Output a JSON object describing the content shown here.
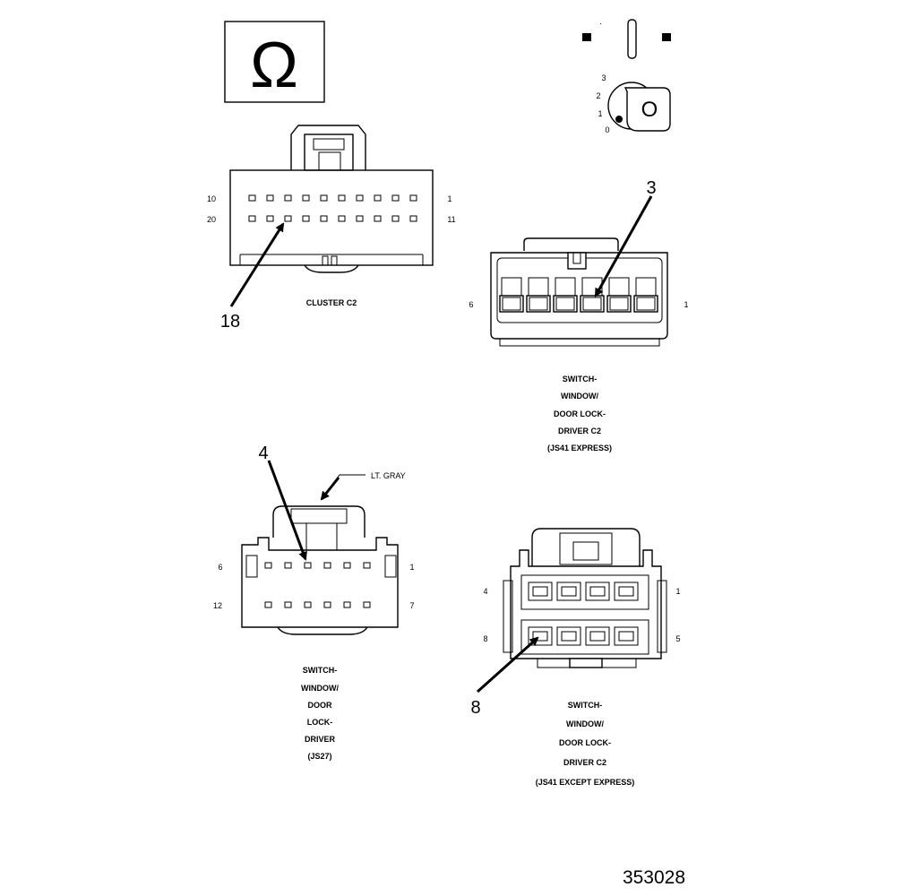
{
  "figure_number": "353028",
  "symbol": "Ω",
  "ignition_positions": [
    "0",
    "1",
    "2",
    "3"
  ],
  "key_label": "O",
  "connectors": {
    "cluster_c2": {
      "name": "CLUSTER C2",
      "pin_labels": {
        "top_left": "10",
        "top_right": "1",
        "bottom_left": "20",
        "bottom_right": "11"
      },
      "callout": "18"
    },
    "js41_express": {
      "name_lines": [
        "SWITCH-",
        "WINDOW/",
        "DOOR LOCK-",
        "DRIVER C2",
        "(JS41 EXPRESS)"
      ],
      "pin_labels": {
        "left": "6",
        "right": "1"
      },
      "callout": "3"
    },
    "js27": {
      "name_lines": [
        "SWITCH-",
        "WINDOW/",
        "DOOR",
        "LOCK-",
        "DRIVER",
        "(JS27)"
      ],
      "pin_labels": {
        "top_left": "6",
        "top_right": "1",
        "bottom_left": "12",
        "bottom_right": "7"
      },
      "color_note": "LT. GRAY",
      "callout": "4"
    },
    "js41_except_express": {
      "name_lines": [
        "SWITCH-",
        "WINDOW/",
        "DOOR LOCK-",
        "DRIVER C2",
        "(JS41 EXCEPT EXPRESS)"
      ],
      "pin_labels": {
        "top_left": "4",
        "top_right": "1",
        "bottom_left": "8",
        "bottom_right": "5"
      },
      "callout": "8"
    }
  }
}
